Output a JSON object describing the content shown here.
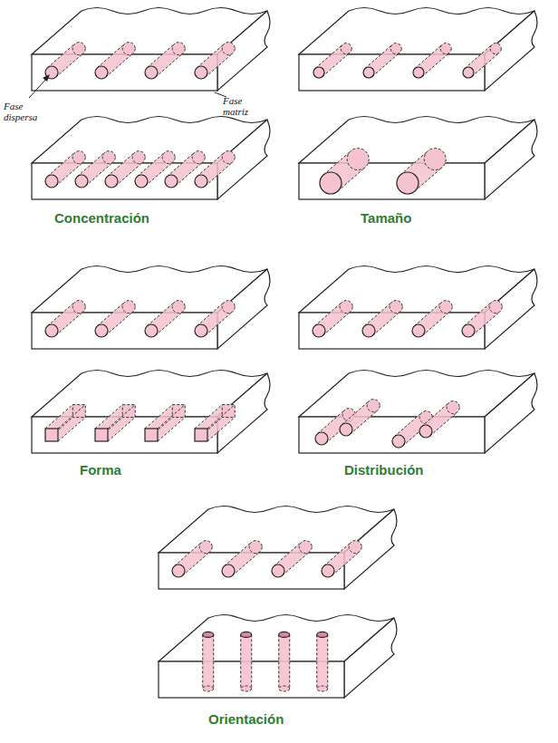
{
  "diagram": {
    "labels": [
      "Fase dispersa",
      "Fase matriz",
      "Concentración",
      "Tamaño",
      "Forma",
      "Distribución",
      "Orientación"
    ]
  }
}
